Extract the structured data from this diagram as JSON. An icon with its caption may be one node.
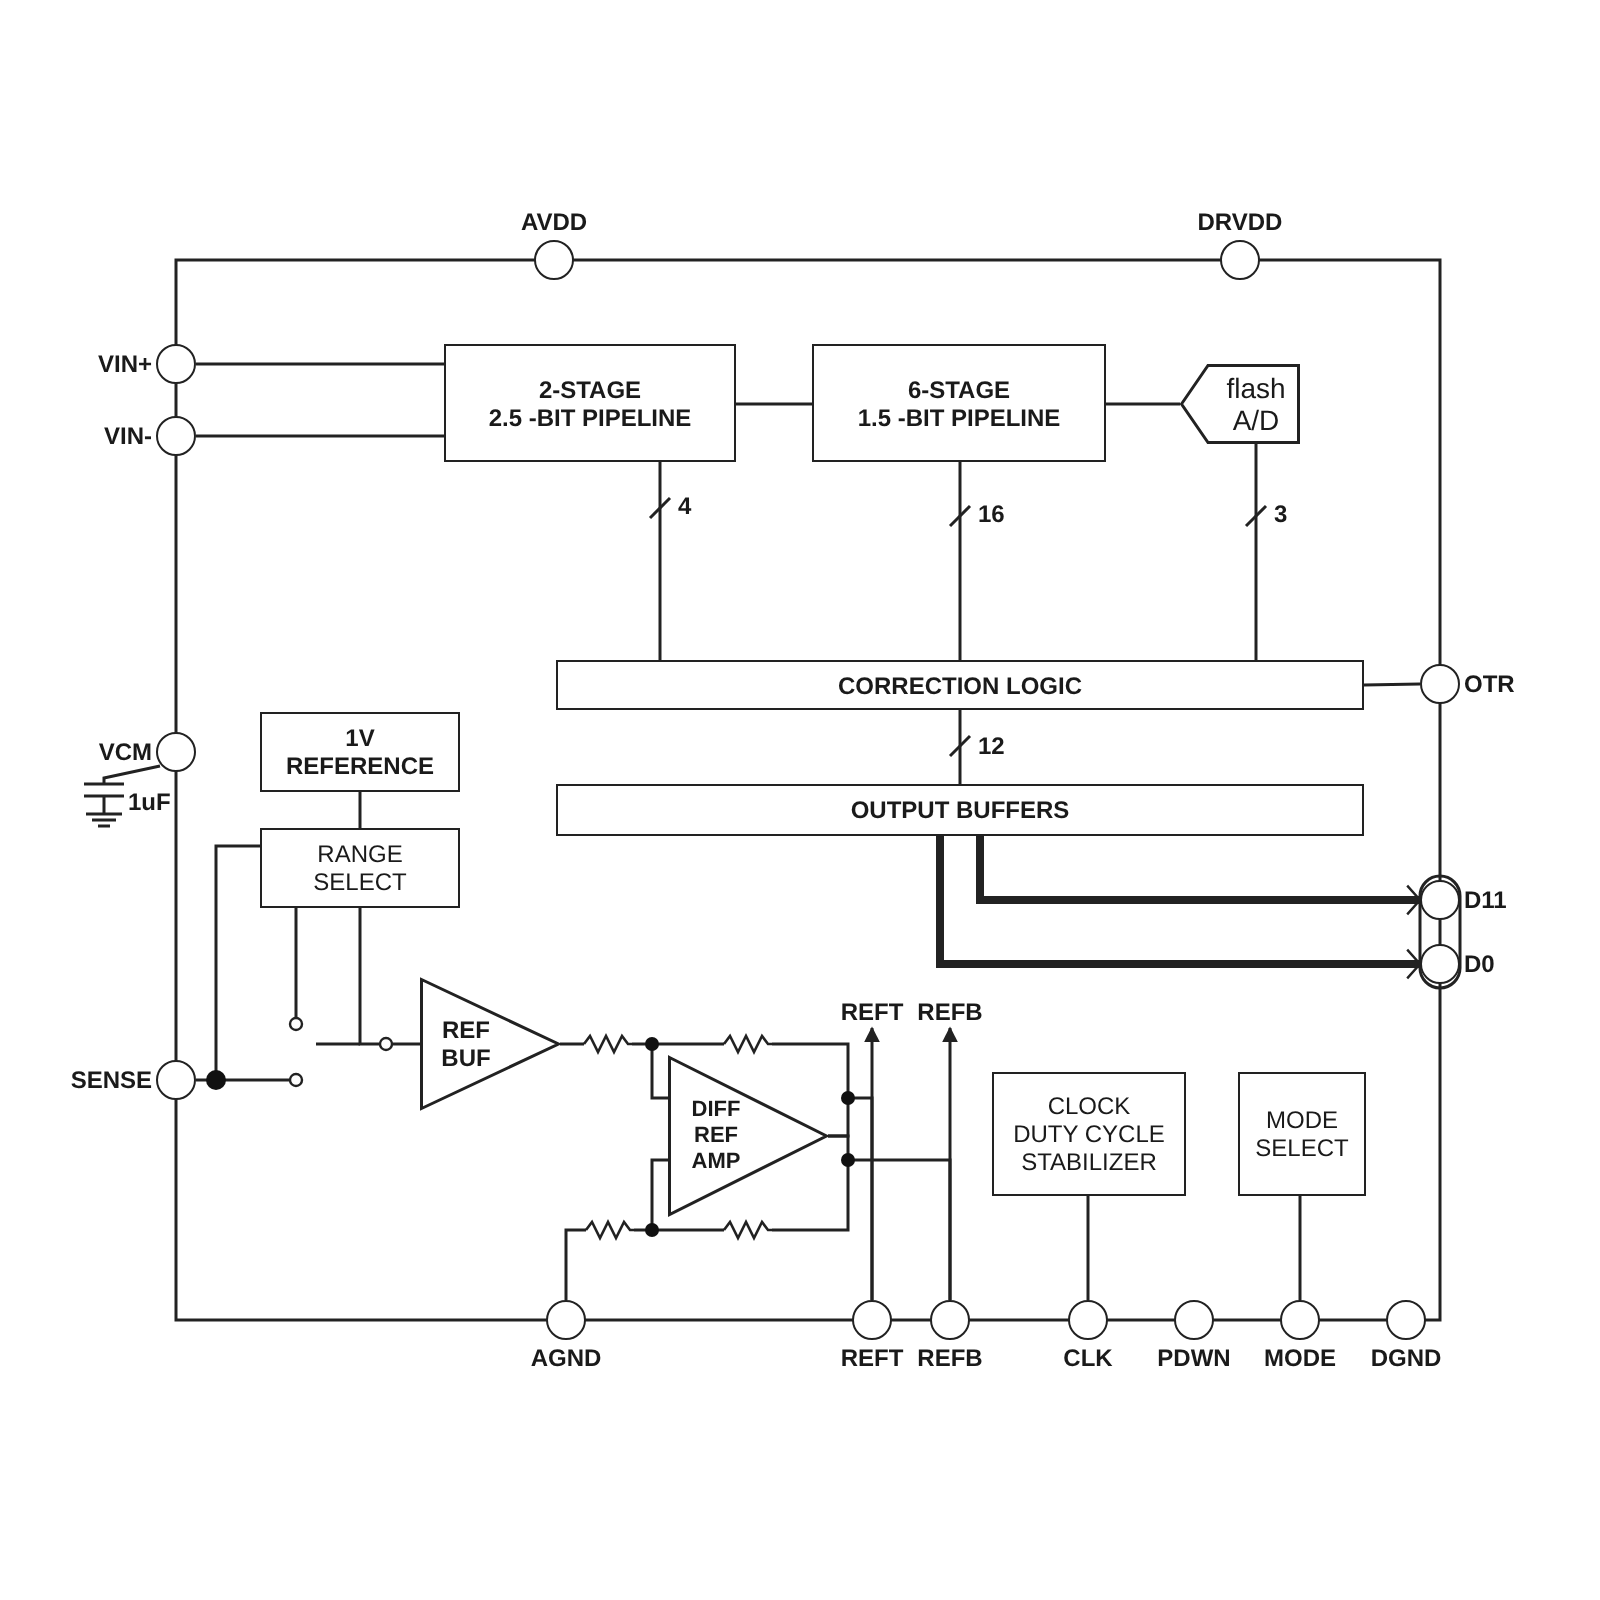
{
  "diagram": {
    "nodes": [
      {
        "text": [
          "AVDD"
        ]
      },
      {
        "text": [
          "DRVDD"
        ]
      },
      {
        "text": [
          "VIN+"
        ]
      },
      {
        "text": [
          "2-STAGE",
          "2.5 -BIT PIPELINE"
        ]
      },
      {
        "text": [
          "6-STAGE",
          "1.5 -BIT PIPELINE"
        ]
      },
      {
        "text": [
          "flash A/D"
        ]
      },
      {
        "text": [
          "VIN-"
        ]
      },
      {
        "text": [
          "CORRECTION LOGIC"
        ]
      },
      {
        "text": [
          "OTR"
        ]
      },
      {
        "text": [
          "VCM"
        ]
      },
      {
        "text": [
          "1V REFERENCE"
        ]
      },
      {
        "text": [
          "OUTPUT BUFFERS"
        ]
      },
      {
        "text": [
          "RANGE SELECT"
        ]
      },
      {
        "text": [
          "D11"
        ]
      },
      {
        "text": [
          "D0"
        ]
      },
      {
        "text": [
          "REFT"
        ]
      },
      {
        "text": [
          "REFB"
        ]
      },
      {
        "text": [
          "SENSE"
        ]
      },
      {
        "text": [
          "REF BUF"
        ]
      },
      {
        "text": [
          "DIFF REF AMP"
        ]
      },
      {
        "text": [
          "CLOCK DUTY CYCLE STABILIZER"
        ]
      },
      {
        "text": [
          "MODE SELECT"
        ]
      },
      {
        "text": [
          "AGND"
        ]
      },
      {
        "text": [
          "REFT"
        ]
      },
      {
        "text": [
          "REFB"
        ]
      },
      {
        "text": [
          "CLK"
        ]
      },
      {
        "text": [
          "PDWN"
        ]
      },
      {
        "text": [
          "MODE"
        ]
      },
      {
        "text": [
          "DGND"
        ]
      }
    ],
    "edges": [
      {
        "from": 2,
        "to": 3,
        "arrow": "none"
      },
      {
        "from": 6,
        "to": 3,
        "arrow": "none"
      },
      {
        "from": 3,
        "to": 4,
        "arrow": "none"
      },
      {
        "from": 4,
        "to": 5,
        "arrow": "none"
      },
      {
        "from": 3,
        "to": 7,
        "arrow": "none",
        "label": "4"
      },
      {
        "from": 4,
        "to": 7,
        "arrow": "none",
        "label": "16"
      },
      {
        "from": 5,
        "to": 7,
        "arrow": "none",
        "label": "3"
      },
      {
        "from": 7,
        "to": 11,
        "arrow": "none",
        "label": "12"
      },
      {
        "from": 7,
        "to": 8,
        "arrow": "none"
      },
      {
        "from": 11,
        "to": 13,
        "arrow": "to",
        "style": "thick"
      },
      {
        "from": 11,
        "to": 14,
        "arrow": "to",
        "style": "thick"
      },
      {
        "from": 10,
        "to": 12,
        "arrow": "none"
      },
      {
        "from": 17,
        "to": 12,
        "arrow": "none"
      },
      {
        "from": 12,
        "to": 18,
        "arrow": "none"
      },
      {
        "from": 18,
        "to": 19,
        "arrow": "none"
      },
      {
        "from": 19,
        "to": 23,
        "arrow": "none"
      },
      {
        "from": 19,
        "to": 24,
        "arrow": "none"
      },
      {
        "from": 23,
        "to": 15,
        "arrow": "to"
      },
      {
        "from": 24,
        "to": 16,
        "arrow": "to"
      },
      {
        "from": 22,
        "to": 19,
        "arrow": "none"
      },
      {
        "from": 25,
        "to": 20,
        "arrow": "none"
      },
      {
        "from": 27,
        "to": 21,
        "arrow": "none"
      }
    ],
    "labels": [
      "1uF"
    ]
  }
}
